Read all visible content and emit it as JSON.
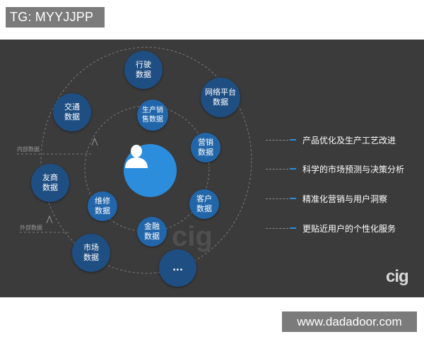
{
  "header": {
    "tag": "TG: MYYJJPP"
  },
  "footer": {
    "site": "www.dadadoor.com"
  },
  "diagram": {
    "center": {
      "icon": "user-icon"
    },
    "rings": {
      "inner_label": "内部数据",
      "outer_label": "外部数据"
    },
    "inner_nodes": [
      {
        "label": "生产销\n售数据"
      },
      {
        "label": "营销\n数据"
      },
      {
        "label": "客户\n数据"
      },
      {
        "label": "金融\n数据"
      },
      {
        "label": "维修\n数据"
      }
    ],
    "outer_nodes": [
      {
        "label": "行驶\n数据"
      },
      {
        "label": "网络平台\n数据"
      },
      {
        "label": "交通\n数据"
      },
      {
        "label": "友商\n数据"
      },
      {
        "label": "市场\n数据"
      },
      {
        "label": "..."
      }
    ],
    "results": [
      "产品优化及生产工艺改进",
      "科学的市场预测与决策分析",
      "精准化营销与用户洞察",
      "更贴近用户的个性化服务"
    ],
    "watermarks": {
      "center": "cig",
      "corner": "cig"
    },
    "colors": {
      "background": "#3b3b3b",
      "outer_node": "#1f4e82",
      "inner_node": "#2266aa",
      "center": "#2b8ddc",
      "accent": "#2b8ddc"
    }
  }
}
